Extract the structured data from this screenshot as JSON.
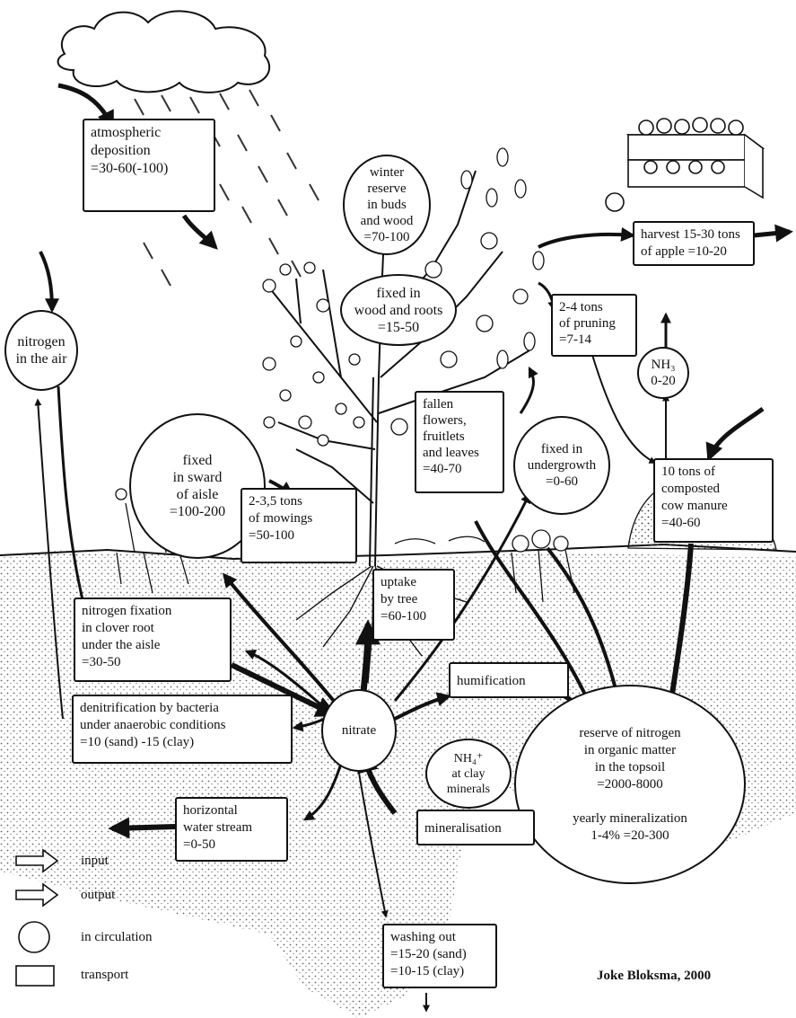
{
  "diagram": {
    "nodes": {
      "atmospheric_deposition": "atmospheric\ndeposition\n=30-60(-100)",
      "winter_reserve": "winter\nreserve\nin buds\nand wood\n=70-100",
      "fixed_wood_roots": "fixed in\nwood and roots\n=15-50",
      "harvest": "harvest 15-30 tons\nof apple =10-20",
      "pruning": "2-4 tons\nof pruning\n=7-14",
      "nh3": "NH₃\n0-20",
      "nitrogen_air": "nitrogen\nin the air",
      "fallen_flowers": "fallen\nflowers,\nfruitlets\nand leaves\n=40-70",
      "fixed_undergrowth": "fixed in\nundergrowth\n=0-60",
      "composted_manure": "10 tons of\ncomposted\ncow manure\n=40-60",
      "fixed_sward": "fixed\nin sward\nof aisle\n=100-200",
      "mowings": "2-3,5 tons\nof mowings\n=50-100",
      "uptake_tree": "uptake\nby tree\n=60-100",
      "clover_fixation": "nitrogen fixation\nin clover root\nunder the aisle\n=30-50",
      "humification": "humification",
      "denitrification": "denitrification by bacteria\nunder anaerobic conditions\n=10 (sand) -15 (clay)",
      "nitrate": "nitrate",
      "nh4_clay": "NH₄⁺\nat clay\nminerals",
      "reserve_organic": "reserve of nitrogen\nin organic matter\nin the topsoil\n=2000-8000\n\nyearly mineralization\n1-4% =20-300",
      "horizontal_stream": "horizontal\nwater stream\n=0-50",
      "mineralisation": "mineralisation",
      "washing_out": "washing out\n=15-20 (sand)\n=10-15 (clay)"
    },
    "legend": {
      "input": "input",
      "output": "output",
      "circulation": "in circulation",
      "transport": "transport"
    },
    "credit": "Joke Bloksma, 2000"
  }
}
